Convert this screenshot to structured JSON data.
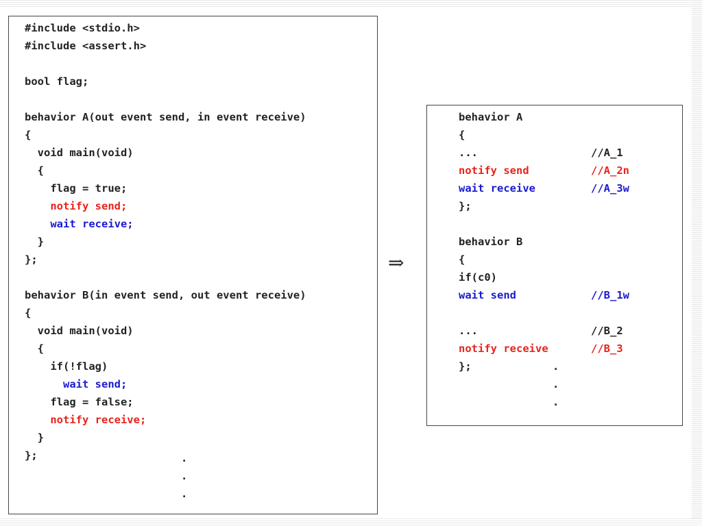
{
  "colors": {
    "default": "#222222",
    "notify": "#e8241c",
    "wait": "#1a1ad0"
  },
  "left_code": [
    {
      "text": "#include <stdio.h>",
      "kind": "default"
    },
    {
      "text": "#include <assert.h>",
      "kind": "default"
    },
    {
      "text": "",
      "kind": "default"
    },
    {
      "text": "bool flag;",
      "kind": "default"
    },
    {
      "text": "",
      "kind": "default"
    },
    {
      "text": "behavior A(out event send, in event receive)",
      "kind": "default"
    },
    {
      "text": "{",
      "kind": "default"
    },
    {
      "text": "  void main(void)",
      "kind": "default"
    },
    {
      "text": "  {",
      "kind": "default"
    },
    {
      "text": "    flag = true;",
      "kind": "default"
    },
    {
      "text": "    notify send;",
      "kind": "notify"
    },
    {
      "text": "    wait receive;",
      "kind": "wait"
    },
    {
      "text": "  }",
      "kind": "default"
    },
    {
      "text": "};",
      "kind": "default"
    },
    {
      "text": "",
      "kind": "default"
    },
    {
      "text": "behavior B(in event send, out event receive)",
      "kind": "default"
    },
    {
      "text": "{",
      "kind": "default"
    },
    {
      "text": "  void main(void)",
      "kind": "default"
    },
    {
      "text": "  {",
      "kind": "default"
    },
    {
      "text": "    if(!flag)",
      "kind": "default"
    },
    {
      "text": "      wait send;",
      "kind": "wait"
    },
    {
      "text": "    flag = false;",
      "kind": "default"
    },
    {
      "text": "    notify receive;",
      "kind": "notify"
    },
    {
      "text": "  }",
      "kind": "default"
    },
    {
      "text": "};",
      "kind": "default"
    }
  ],
  "left_ellipsis": [
    ".",
    ".",
    "."
  ],
  "arrow": "⇒",
  "right_code": [
    {
      "code": "behavior A",
      "comment": "",
      "kind": "default"
    },
    {
      "code": "{",
      "comment": "",
      "kind": "default"
    },
    {
      "code": "...",
      "comment": "//A_1",
      "kind": "default"
    },
    {
      "code": "notify send",
      "comment": "//A_2n",
      "kind": "notify"
    },
    {
      "code": "wait receive",
      "comment": "//A_3w",
      "kind": "wait"
    },
    {
      "code": "};",
      "comment": "",
      "kind": "default"
    },
    {
      "code": "",
      "comment": "",
      "kind": "default"
    },
    {
      "code": "behavior B",
      "comment": "",
      "kind": "default"
    },
    {
      "code": "{",
      "comment": "",
      "kind": "default"
    },
    {
      "code": "if(c0)",
      "comment": "",
      "kind": "default"
    },
    {
      "code": "wait send",
      "comment": "//B_1w",
      "kind": "wait"
    },
    {
      "code": "",
      "comment": "",
      "kind": "default"
    },
    {
      "code": "...",
      "comment": "//B_2",
      "kind": "default"
    },
    {
      "code": "notify receive",
      "comment": "//B_3",
      "kind": "notify"
    },
    {
      "code": "};",
      "comment": "",
      "kind": "default"
    }
  ],
  "right_ellipsis": [
    ".",
    ".",
    "."
  ]
}
